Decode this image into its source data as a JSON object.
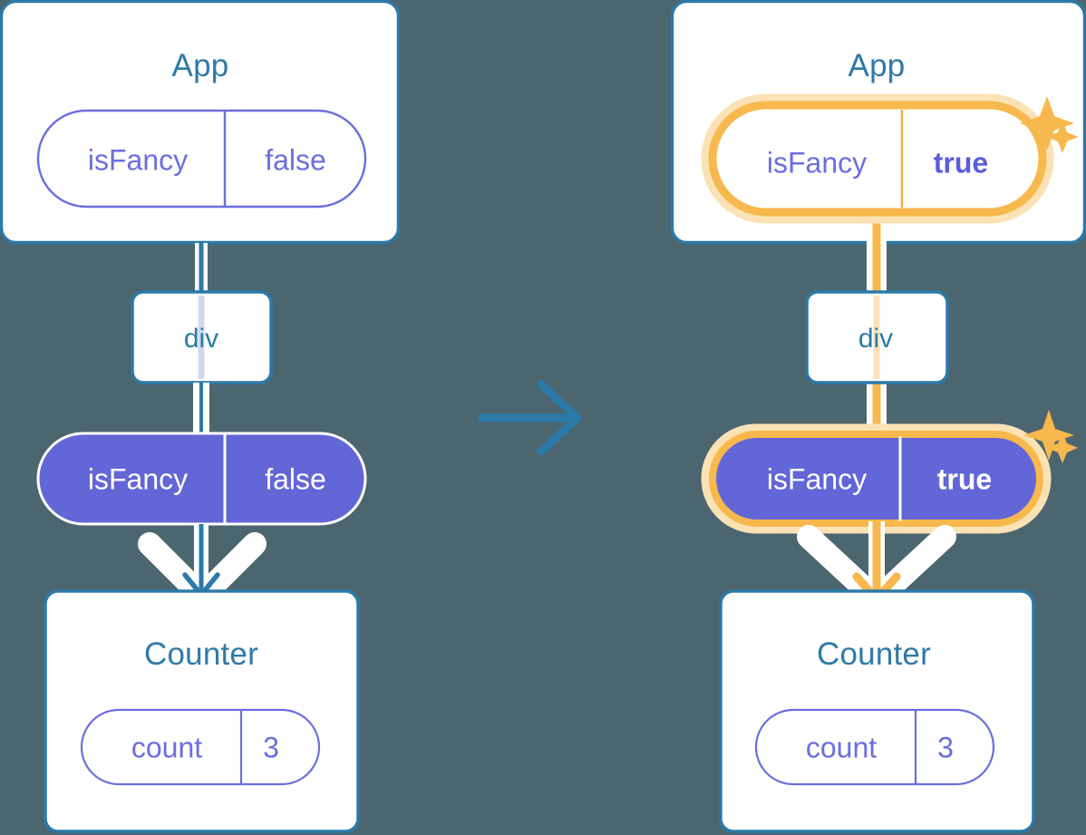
{
  "meta": {
    "domain": "diagram",
    "description": "React state propagation diagram: before and after lifting state up, showing isFancy changing from false to true",
    "background_color": "#4c6670"
  },
  "palette": {
    "background": "#4c6670",
    "box_border_blue": "#2b7aa8",
    "box_fill": "#ffffff",
    "title_blue": "#2f7aa8",
    "pill_purple": "#6366d6",
    "pill_outline_purple": "#6b6ee0",
    "highlight_orange": "#f7b84e",
    "highlight_glow": "#fbe2b5",
    "connector_white": "#ffffff",
    "connector_blue": "#2b7aa8",
    "div_inner_line": "#cdd9ef"
  },
  "transition_arrow": {
    "name": "right-arrow",
    "color": "#2b7aa8",
    "direction": "right"
  },
  "panels": [
    {
      "id": "before",
      "highlighted": false,
      "app": {
        "title": "App",
        "state": {
          "name": "isFancy",
          "value": "false",
          "style": "outline",
          "highlighted": false,
          "bold_value": false
        }
      },
      "div": {
        "title": "div"
      },
      "props": {
        "name": "isFancy",
        "value": "false",
        "style": "solid",
        "highlighted": false,
        "bold_value": false
      },
      "counter": {
        "title": "Counter",
        "state": {
          "name": "count",
          "value": "3",
          "style": "outline",
          "highlighted": false,
          "bold_value": false
        }
      },
      "arrow_color": "#2b7aa8",
      "flow_color": "#ffffff",
      "sparkles": []
    },
    {
      "id": "after",
      "highlighted": true,
      "app": {
        "title": "App",
        "state": {
          "name": "isFancy",
          "value": "true",
          "style": "outline",
          "highlighted": true,
          "bold_value": true
        }
      },
      "div": {
        "title": "div"
      },
      "props": {
        "name": "isFancy",
        "value": "true",
        "style": "solid",
        "highlighted": true,
        "bold_value": true
      },
      "counter": {
        "title": "Counter",
        "state": {
          "name": "count",
          "value": "3",
          "style": "outline",
          "highlighted": false,
          "bold_value": false
        }
      },
      "arrow_color": "#f7b84e",
      "flow_color": "#f7b84e",
      "sparkles": [
        {
          "name": "sparkle-large-app",
          "size": "large"
        },
        {
          "name": "sparkle-small-app",
          "size": "small"
        },
        {
          "name": "sparkle-large-props",
          "size": "large"
        },
        {
          "name": "sparkle-small-props",
          "size": "small"
        }
      ]
    }
  ]
}
